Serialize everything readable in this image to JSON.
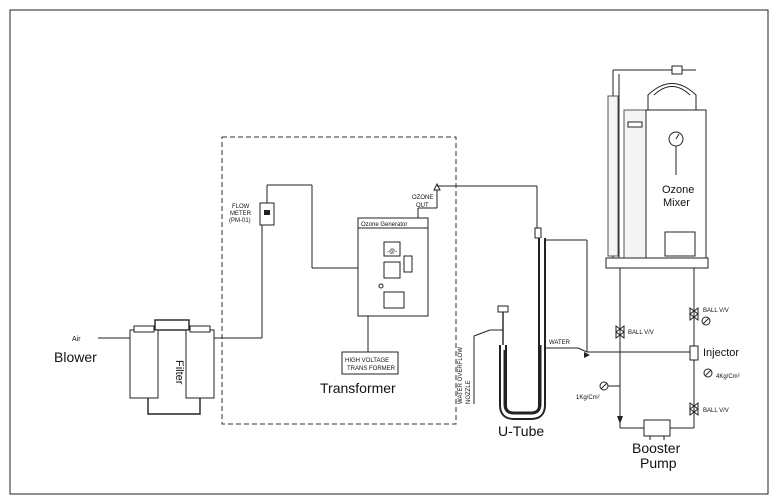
{
  "labels": {
    "air": "Air",
    "blower": "Blower",
    "filter": "Filter",
    "flow_meter_1": "FLOW",
    "flow_meter_2": "METER",
    "flow_meter_3": "(PM-01)",
    "ozone_out_1": "OZONE",
    "ozone_out_2": "OUT",
    "ozone_generator": "Ozone Generator",
    "hv_1": "HIGH VOLTAGE",
    "hv_2": "TRANS FORMER",
    "transformer": "Transformer",
    "overflow_1": "WATER OVERFLOW",
    "overflow_2": "NOZZLE",
    "water": "WATER",
    "u_tube": "U-Tube",
    "ozone_mixer_1": "Ozone",
    "ozone_mixer_2": "Mixer",
    "ball_vv_top": "BALL V/V",
    "ball_vv_left": "BALL V/V",
    "ball_vv_bottom": "BALL V/V",
    "injector": "Injector",
    "pressure_right": "4Kg/Cm²",
    "pressure_left": "1Kg/Cm²",
    "booster_1": "Booster",
    "booster_2": "Pump"
  }
}
